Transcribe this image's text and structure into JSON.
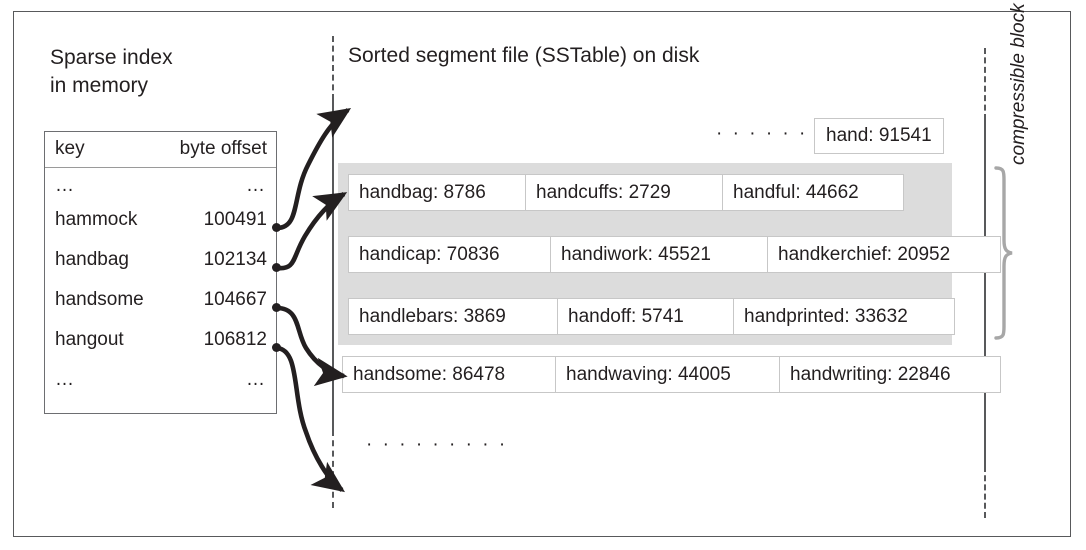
{
  "diagram": {
    "left_panel": {
      "title": "Sparse index\nin memory",
      "table": {
        "headers": [
          "key",
          "byte offset"
        ],
        "rows": [
          {
            "key": "…",
            "offset": "…"
          },
          {
            "key": "hammock",
            "offset": "100491"
          },
          {
            "key": "handbag",
            "offset": "102134"
          },
          {
            "key": "handsome",
            "offset": "104667"
          },
          {
            "key": "hangout",
            "offset": "106812"
          },
          {
            "key": "…",
            "offset": "…"
          }
        ]
      }
    },
    "right_panel": {
      "title": "Sorted segment file (SSTable) on disk",
      "top_ellipsis": "· · · · · · · · ·",
      "top_entry": "hand: 91541",
      "compressible_rows": [
        [
          "handbag: 8786",
          "handcuffs: 2729",
          "handful: 44662"
        ],
        [
          "handicap: 70836",
          "handiwork: 45521",
          "handkerchief: 20952"
        ],
        [
          "handlebars: 3869",
          "handoff: 5741",
          "handprinted: 33632"
        ]
      ],
      "uncompressed_row": [
        "handsome: 86478",
        "handwaving: 44005",
        "handwriting: 22846"
      ],
      "bottom_ellipsis": "· · · · · · · · ·",
      "brace_label": "compressible block"
    }
  },
  "colors": {
    "frame_border": "#58595b",
    "table_border": "#6d6e71",
    "grey_block": "#dcdcdc",
    "cell_border": "#c7c7c7",
    "text": "#231f20",
    "arrow": "#231f20"
  }
}
